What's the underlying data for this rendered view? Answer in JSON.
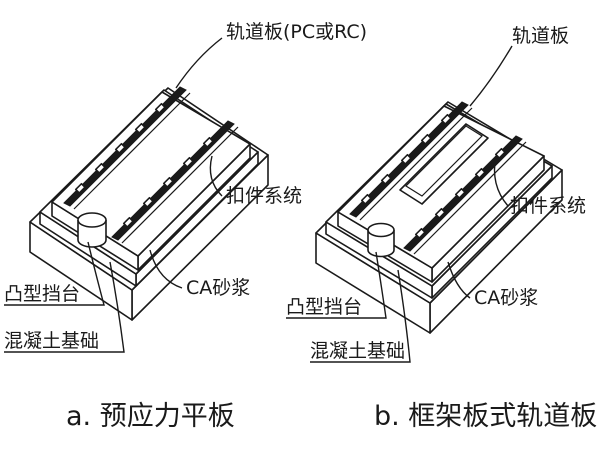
{
  "left": {
    "track_slab": "轨道板(PC或RC)",
    "fastening_system": "扣件系统",
    "ca_mortar": "CA砂浆",
    "convex_retaining_block": "凸型挡台",
    "concrete_base": "混凝土基础",
    "caption": "a. 预应力平板"
  },
  "right": {
    "track_slab": "轨道板",
    "fastening_system": "扣件系统",
    "ca_mortar": "CA砂浆",
    "convex_retaining_block": "凸型挡台",
    "concrete_base": "混凝土基础",
    "caption": "b. 框架板式轨道板"
  }
}
